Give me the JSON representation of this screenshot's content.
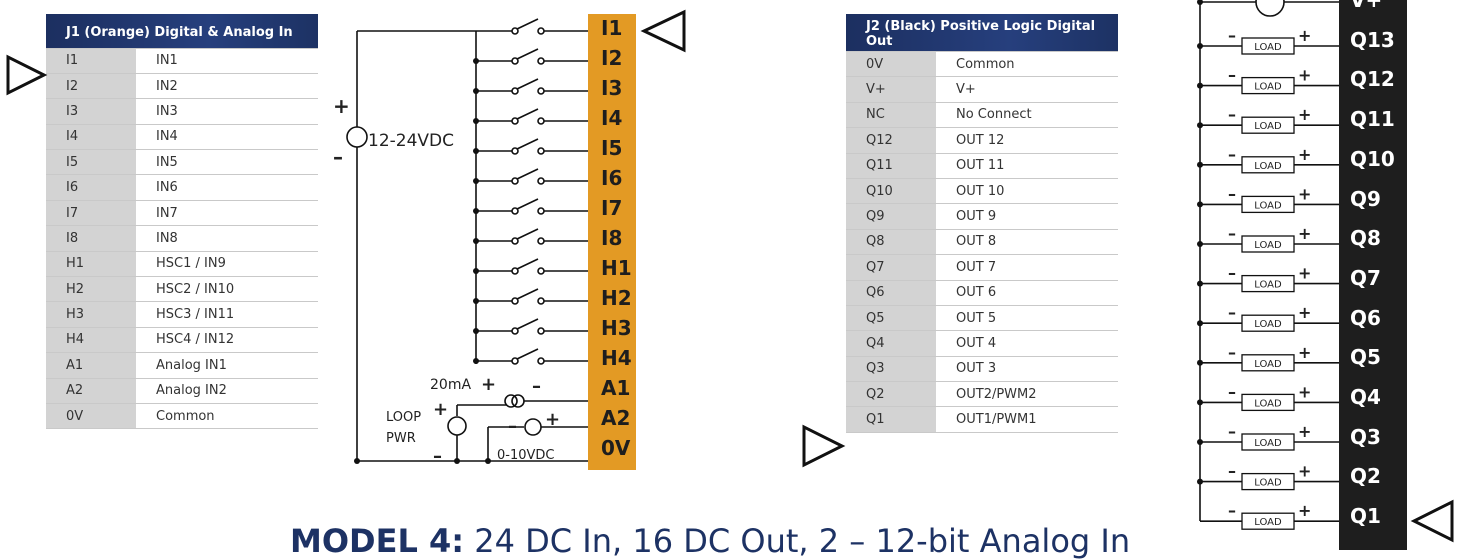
{
  "table_j1": {
    "header": "J1 (Orange) Digital & Analog In",
    "rows": [
      [
        "I1",
        "IN1"
      ],
      [
        "I2",
        "IN2"
      ],
      [
        "I3",
        "IN3"
      ],
      [
        "I4",
        "IN4"
      ],
      [
        "I5",
        "IN5"
      ],
      [
        "I6",
        "IN6"
      ],
      [
        "I7",
        "IN7"
      ],
      [
        "I8",
        "IN8"
      ],
      [
        "H1",
        "HSC1 / IN9"
      ],
      [
        "H2",
        "HSC2 / IN10"
      ],
      [
        "H3",
        "HSC3 / IN11"
      ],
      [
        "H4",
        "HSC4 / IN12"
      ],
      [
        "A1",
        "Analog IN1"
      ],
      [
        "A2",
        "Analog IN2"
      ],
      [
        "0V",
        "Common"
      ]
    ]
  },
  "table_j2": {
    "header": "J2 (Black) Positive Logic Digital Out",
    "rows": [
      [
        "0V",
        "Common"
      ],
      [
        "V+",
        "V+"
      ],
      [
        "NC",
        "No Connect"
      ],
      [
        "Q12",
        "OUT 12"
      ],
      [
        "Q11",
        "OUT 11"
      ],
      [
        "Q10",
        "OUT 10"
      ],
      [
        "Q9",
        "OUT 9"
      ],
      [
        "Q8",
        "OUT 8"
      ],
      [
        "Q7",
        "OUT 7"
      ],
      [
        "Q6",
        "OUT 6"
      ],
      [
        "Q5",
        "OUT 5"
      ],
      [
        "Q4",
        "OUT 4"
      ],
      [
        "Q3",
        "OUT 3"
      ],
      [
        "Q2",
        "OUT2/PWM2"
      ],
      [
        "Q1",
        "OUT1/PWM1"
      ]
    ]
  },
  "input_terminals": [
    "I1",
    "I2",
    "I3",
    "I4",
    "I5",
    "I6",
    "I7",
    "I8",
    "H1",
    "H2",
    "H3",
    "H4",
    "A1",
    "A2",
    "0V"
  ],
  "output_terminals": [
    "V+",
    "Q13",
    "Q12",
    "Q11",
    "Q10",
    "Q9",
    "Q8",
    "Q7",
    "Q6",
    "Q5",
    "Q4",
    "Q3",
    "Q2",
    "Q1"
  ],
  "input_wiring": {
    "supply_label": "12-24VDC",
    "plus": "+",
    "minus": "–",
    "current_label": "20mA",
    "loop_label_1": "LOOP",
    "loop_label_2": "PWR",
    "voltage_label": "0-10VDC"
  },
  "output_wiring": {
    "load_label": "LOAD",
    "plus": "+",
    "minus": "–"
  },
  "caption": {
    "model": "MODEL 4:",
    "description": "24 DC In, 16 DC Out, 2 – 12-bit Analog In"
  },
  "colors": {
    "header_blue": "#1d3264",
    "orange": "#e39a24",
    "black": "#1e1e1e",
    "row_gray": "#d3d3d3"
  }
}
